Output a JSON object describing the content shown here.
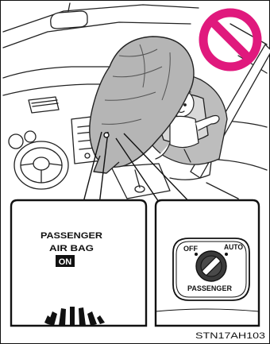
{
  "illustration": {
    "indicator_panel": {
      "line1": "PASSENGER",
      "line2": "AIR BAG",
      "status": "ON"
    },
    "switch_panel": {
      "off_label": "OFF",
      "auto_label": "AUTO",
      "bottom_label": "PASSENGER"
    },
    "figure_code": "STN17AH103",
    "prohibition_color": "#e0197d"
  }
}
